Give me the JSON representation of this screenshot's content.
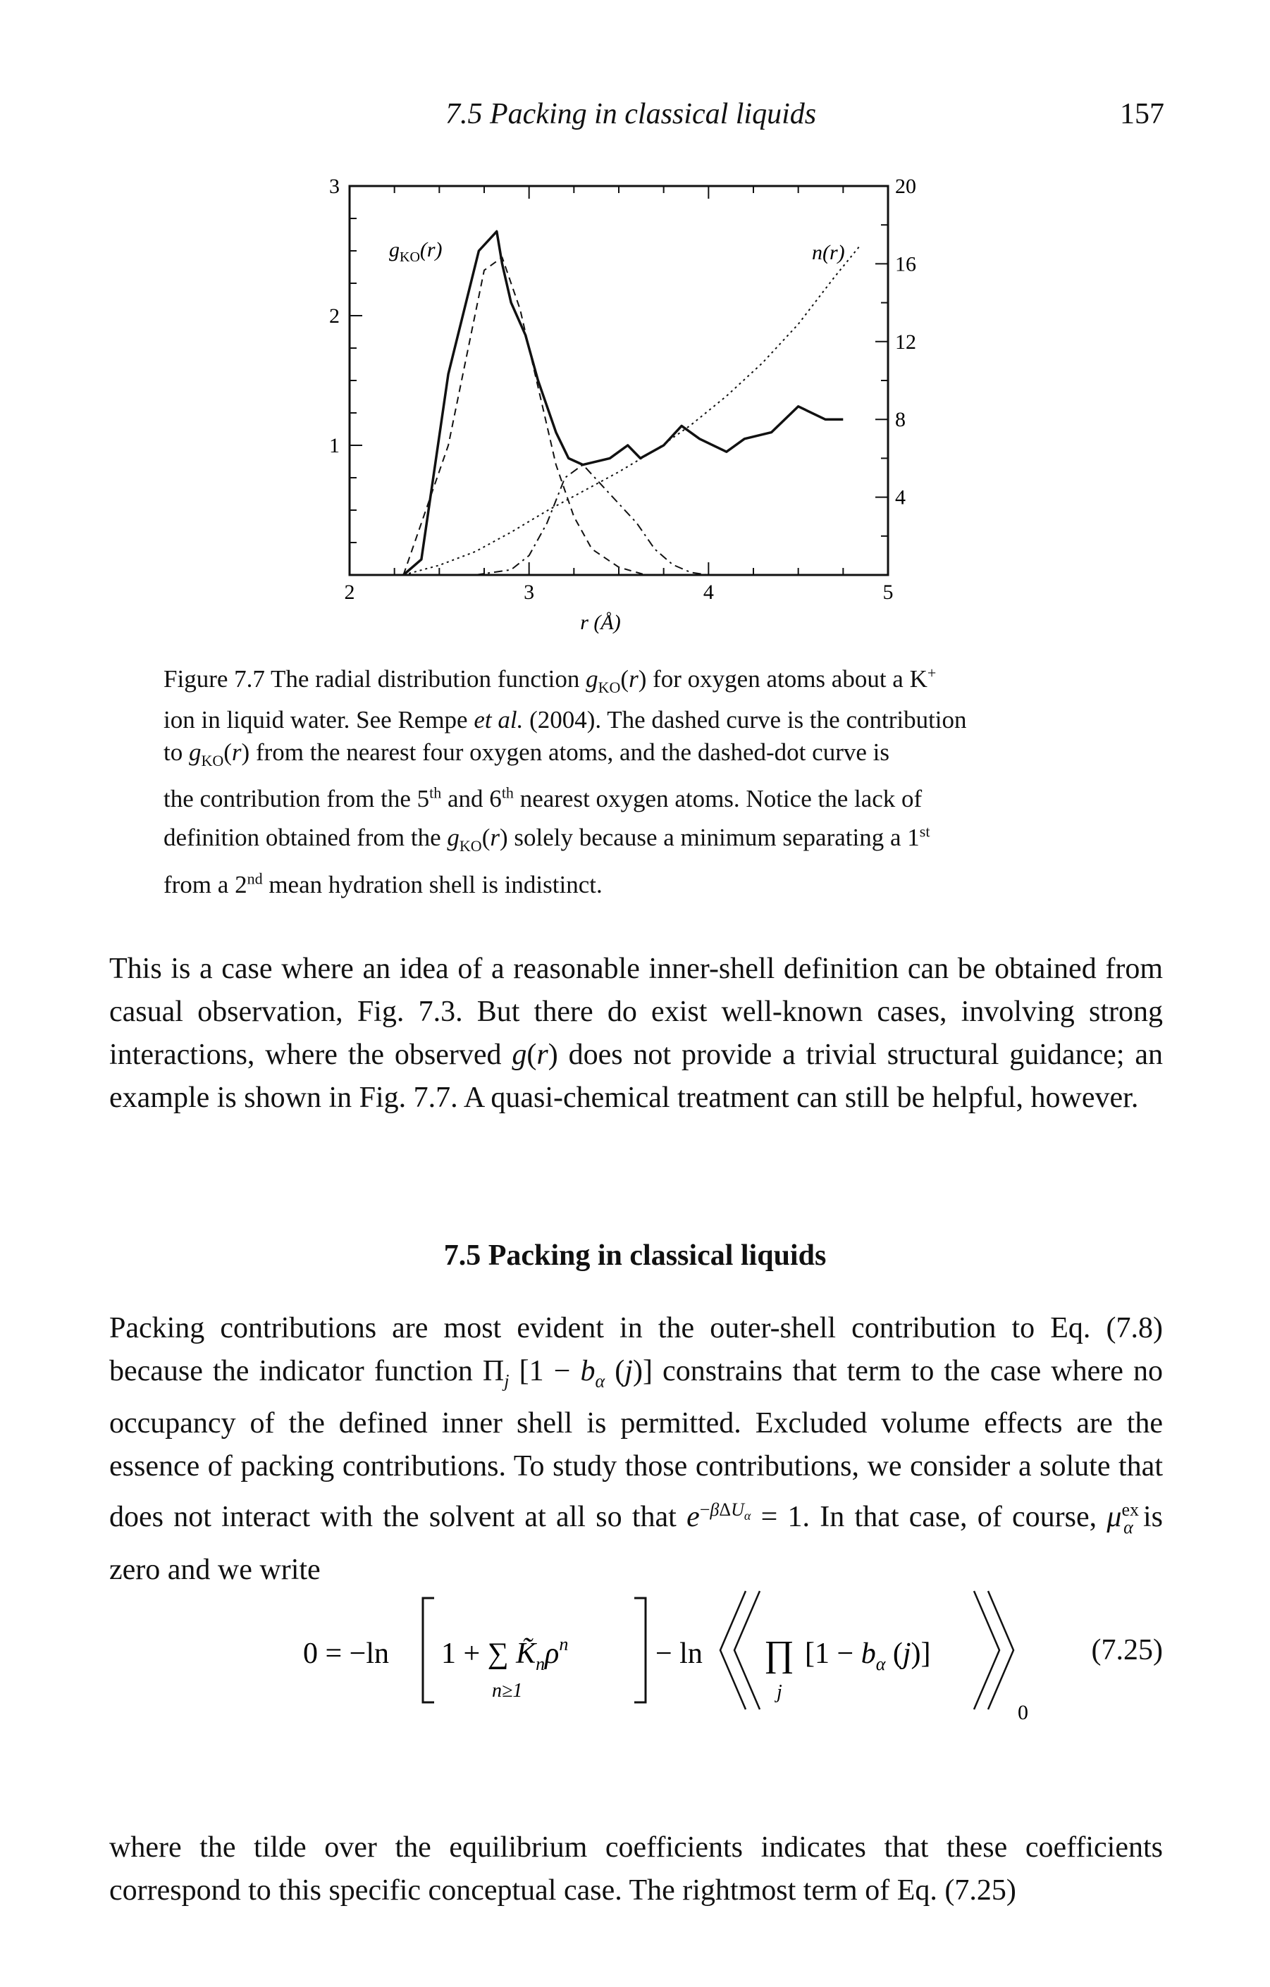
{
  "running_head": {
    "title": "7.5 Packing in classical liquids",
    "page_number": "157"
  },
  "figure": {
    "label_gko": "g",
    "label_gko_sub": "KO",
    "label_gko_arg": "(r)",
    "label_nr": "n(r)",
    "x_axis_label": "r (Å)",
    "caption_lines": [
      "Figure 7.7 The radial distribution function g_KO(r) for oxygen atoms about a K+",
      "ion in liquid water. See Rempe et al. (2004). The dashed curve is the contribution",
      "to g_KO(r) from the nearest four oxygen atoms, and the dashed-dot curve is",
      "the contribution from the 5th and 6th nearest oxygen atoms. Notice the lack of",
      "definition obtained from the g_KO(r) solely because a minimum separating a 1st",
      "from a 2nd mean hydration shell is indistinct."
    ]
  },
  "chart_data": {
    "type": "line",
    "xlabel": "r (Å)",
    "xlim": [
      2,
      5
    ],
    "x_ticks": [
      "2",
      "3",
      "4",
      "5"
    ],
    "left_ylim": [
      0,
      3
    ],
    "left_ticks": [
      "1",
      "2",
      "3"
    ],
    "right_ylim": [
      0,
      20
    ],
    "right_ticks": [
      "4",
      "8",
      "12",
      "16",
      "20"
    ],
    "series": [
      {
        "name": "g_KO(r)",
        "axis": "left",
        "style": "solid",
        "x": [
          2.3,
          2.4,
          2.55,
          2.72,
          2.82,
          2.85,
          2.9,
          2.98,
          3.05,
          3.15,
          3.22,
          3.3,
          3.45,
          3.55,
          3.62,
          3.75,
          3.85,
          3.95,
          4.1,
          4.2,
          4.35,
          4.5,
          4.65,
          4.75
        ],
        "y": [
          0.0,
          0.12,
          1.55,
          2.5,
          2.65,
          2.4,
          2.1,
          1.85,
          1.5,
          1.1,
          0.9,
          0.85,
          0.9,
          1.0,
          0.9,
          1.0,
          1.15,
          1.05,
          0.95,
          1.05,
          1.1,
          1.3,
          1.2,
          1.2
        ]
      },
      {
        "name": "nearest four oxygen atoms",
        "axis": "left",
        "style": "dashed",
        "x": [
          2.3,
          2.55,
          2.75,
          2.85,
          2.95,
          3.05,
          3.15,
          3.25,
          3.35,
          3.5,
          3.65,
          3.75,
          3.85,
          3.9
        ],
        "y": [
          0.0,
          1.0,
          2.35,
          2.45,
          2.05,
          1.45,
          0.85,
          0.45,
          0.2,
          0.06,
          0.0,
          0.0,
          0.0,
          0.0
        ]
      },
      {
        "name": "5th and 6th nearest oxygen atoms",
        "axis": "left",
        "style": "dashdot",
        "x": [
          2.7,
          2.9,
          3.0,
          3.1,
          3.2,
          3.3,
          3.4,
          3.5,
          3.6,
          3.7,
          3.8,
          3.9,
          4.0
        ],
        "y": [
          0.0,
          0.04,
          0.15,
          0.4,
          0.75,
          0.85,
          0.7,
          0.55,
          0.4,
          0.2,
          0.08,
          0.02,
          0.0
        ]
      },
      {
        "name": "n(r)",
        "axis": "right",
        "style": "dotted",
        "x": [
          2.3,
          2.5,
          2.7,
          2.9,
          3.1,
          3.3,
          3.5,
          3.7,
          3.9,
          4.1,
          4.3,
          4.5,
          4.7,
          4.85
        ],
        "y": [
          0.0,
          0.5,
          1.2,
          2.2,
          3.3,
          4.3,
          5.3,
          6.4,
          7.7,
          9.2,
          10.9,
          12.9,
          15.3,
          17.0
        ]
      }
    ]
  },
  "paragraph_1": "This is a case where an idea of a reasonable inner-shell definition can be obtained from casual observation, Fig. 7.3. But there do exist well-known cases, involving strong interactions, where the observed g(r) does not provide a trivial structural guidance; an example is shown in Fig. 7.7. A quasi-chemical treatment can still be helpful, however.",
  "section_heading": "7.5 Packing in classical liquids",
  "paragraph_2": "Packing contributions are most evident in the outer-shell contribution to Eq. (7.8) because the indicator function Π_j [1 − b_α (j)] constrains that term to the case where no occupancy of the defined inner shell is permitted. Excluded volume effects are the essence of packing contributions. To study those contributions, we consider a solute that does not interact with the solvent at all so that e^{−βΔU_α} = 1. In that case, of course, μ_α^ex is zero and we write",
  "equation": {
    "text": "0 = −ln[1 + Σ_{n≥1} K̃_n ρ^n] − ln⟨⟨Π_j [1 − b_α (j)]⟩⟩_0",
    "number": "(7.25)"
  },
  "paragraph_3": "where the tilde over the equilibrium coefficients indicates that these coefficients correspond to this specific conceptual case. The rightmost term of Eq. (7.25)"
}
